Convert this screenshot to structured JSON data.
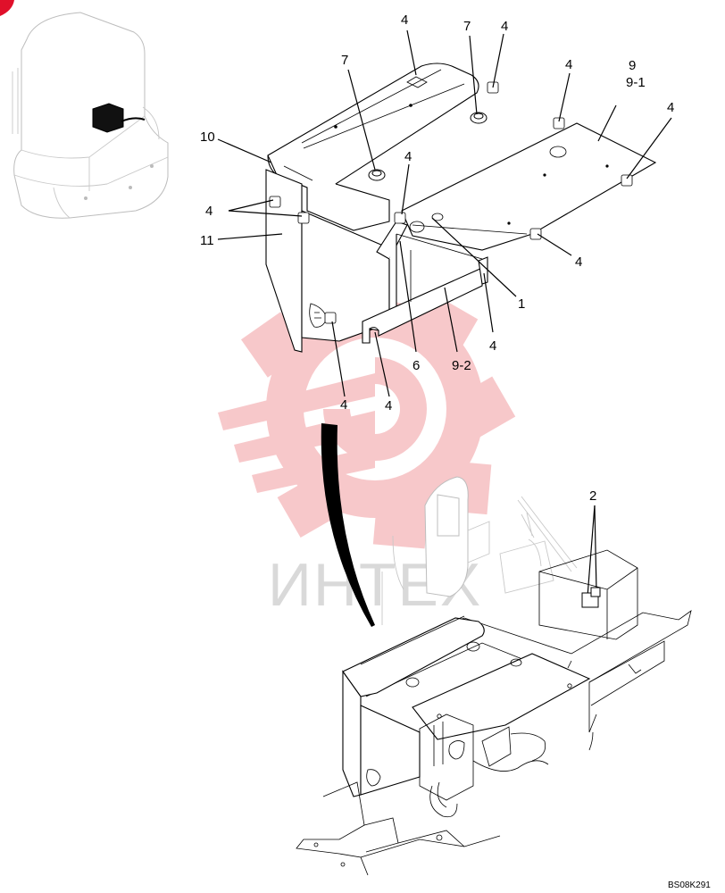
{
  "diagram": {
    "callouts": {
      "c4_top": "4",
      "c7_left": "7",
      "c7_right": "7",
      "c4_topright": "4",
      "c4_right": "4",
      "c9": "9",
      "c9_1": "9-1",
      "c4_far_right": "4",
      "c10": "10",
      "c4_center": "4",
      "c4_left_pair": "4",
      "c11": "11",
      "c4_lower_right": "4",
      "c1": "1",
      "c4_bracket": "4",
      "c6": "6",
      "c9_2": "9-2",
      "c4_bottom_left": "4",
      "c4_bottom_mid": "4",
      "c2": "2"
    },
    "reference_code": "BS08K291",
    "watermark_text": "ИНТЕХ",
    "colors": {
      "line": "#000000",
      "watermark_gear": "#f7c6c8",
      "watermark_text": "#d9d9d9",
      "ghost_line": "#bdbdbd",
      "corner_badge": "#e0102a"
    }
  }
}
